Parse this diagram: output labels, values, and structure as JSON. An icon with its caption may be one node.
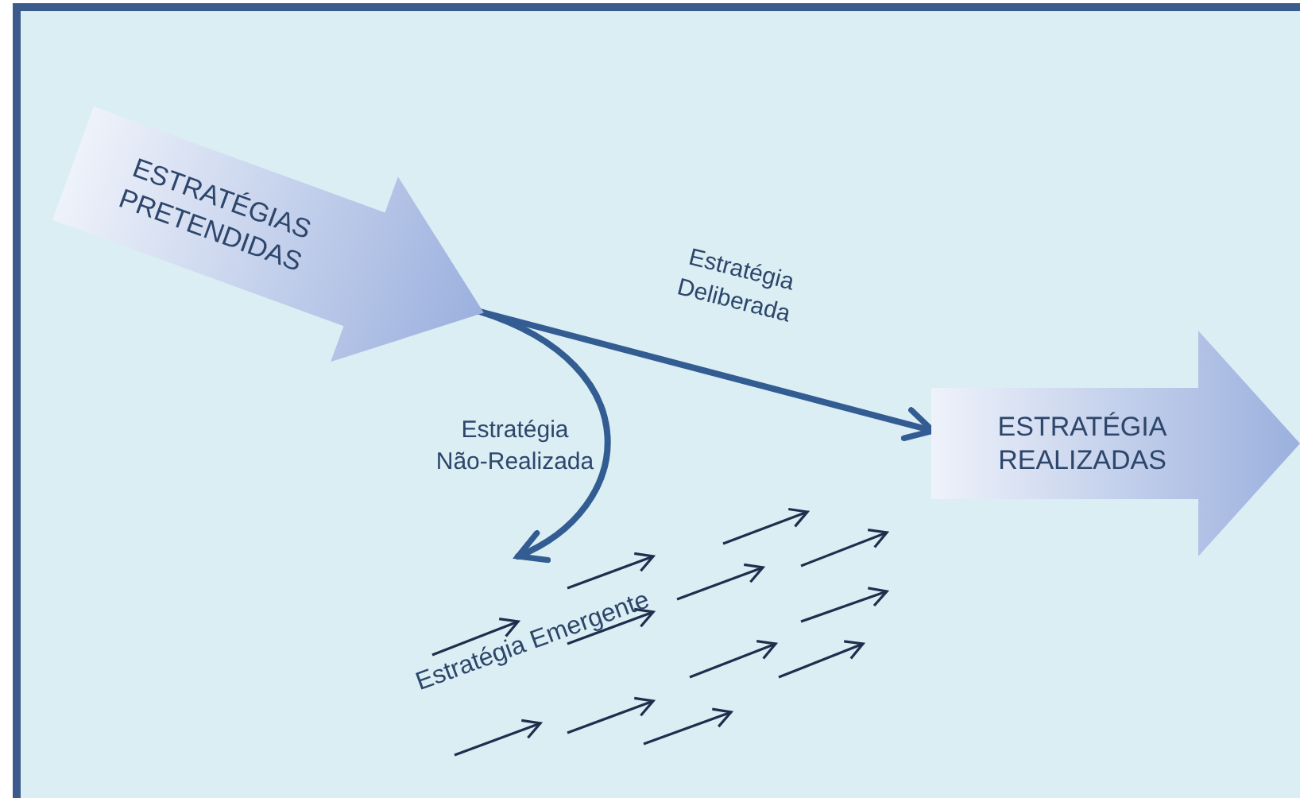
{
  "diagram": {
    "nodes": [
      {
        "text": [
          "ESTRATÉGIAS PRETENDIDAS"
        ]
      },
      {
        "text": [
          "ESTRATÉGIA REALIZADAS"
        ]
      }
    ],
    "edges": [
      {
        "from": 0,
        "to": 1,
        "arrow": "to",
        "label": "Estratégia Deliberada"
      },
      {
        "from": 0,
        "to": null,
        "arrow": "to",
        "label": "Estratégia Não-Realizada"
      }
    ],
    "labels": [
      "Estratégia Emergente"
    ]
  }
}
